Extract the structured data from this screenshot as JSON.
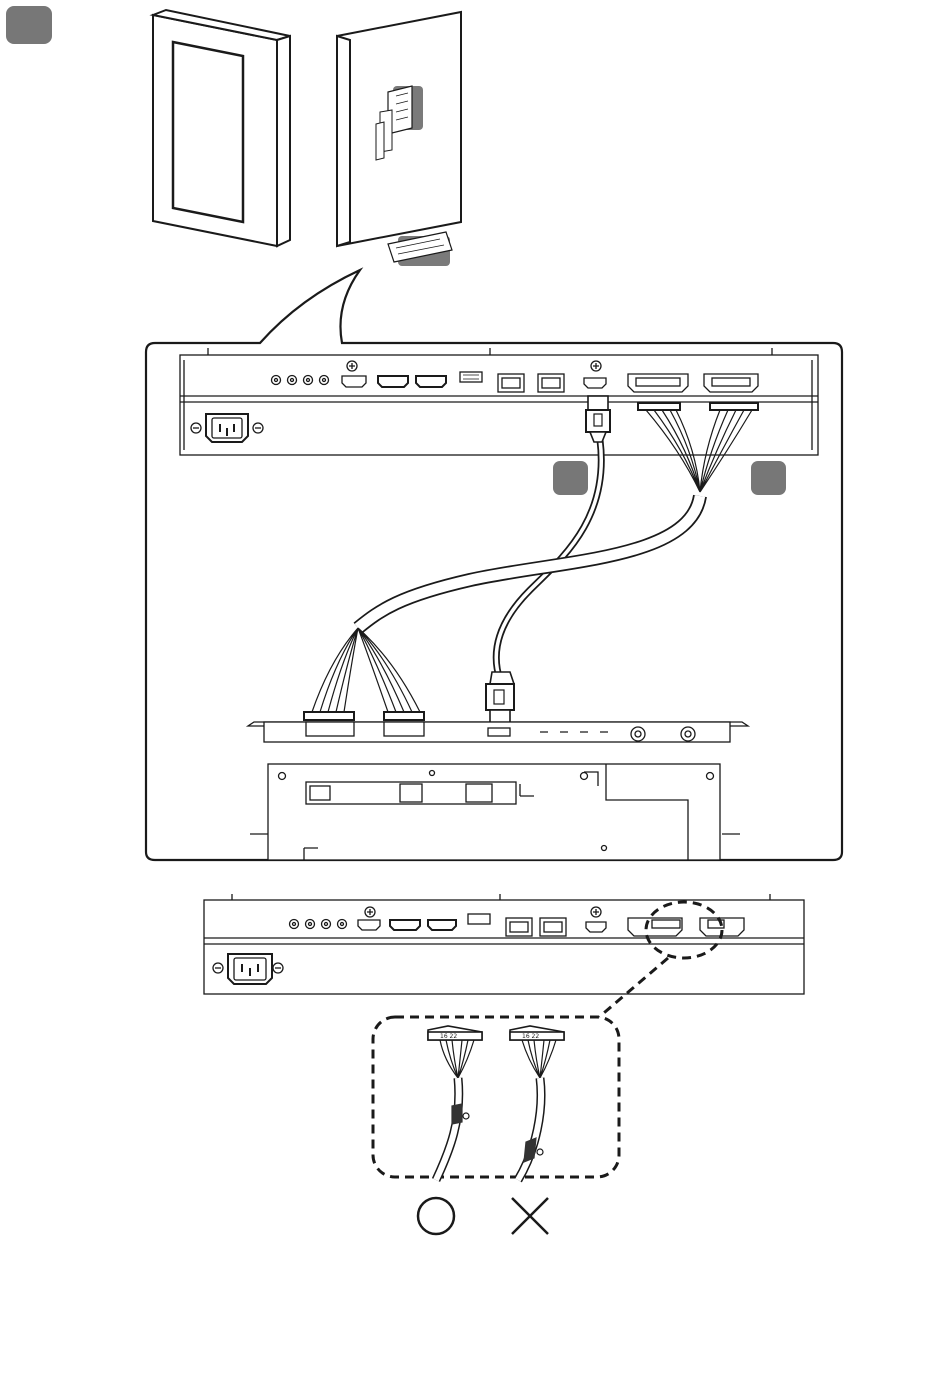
{
  "diagram": {
    "colors": {
      "line": "#1a1a1a",
      "badge": "#777777",
      "highlight": "#6e6e6e",
      "background": "#ffffff"
    },
    "step_badges": [
      "",
      "",
      ""
    ],
    "connector_labels": {
      "left_connector_number": "22",
      "right_connector_number": "16",
      "detail_left_numbers": "16 22",
      "detail_right_numbers": "16 22"
    },
    "symbols": {
      "correct": "correct-circle-icon",
      "incorrect": "incorrect-cross-icon"
    }
  }
}
